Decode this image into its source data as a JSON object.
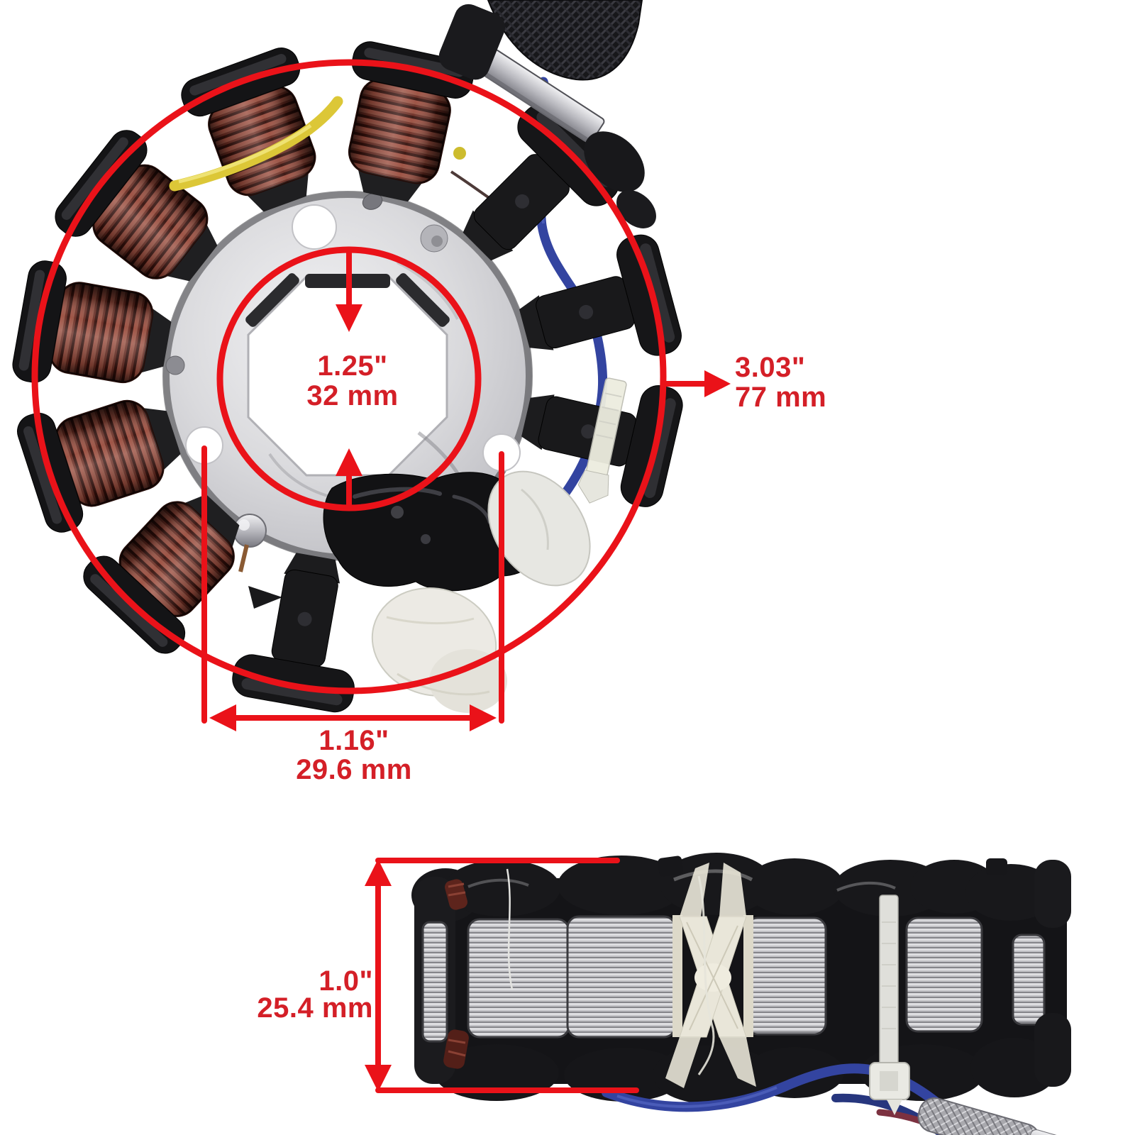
{
  "annotations": {
    "line_color": "#ea1219",
    "text_color": "#d41f27",
    "inner_diameter": {
      "inches": "1.25\"",
      "millimeters": "32 mm"
    },
    "outer_diameter": {
      "inches": "3.03\"",
      "millimeters": "77 mm"
    },
    "hole_spacing": {
      "inches": "1.16\"",
      "millimeters": "29.6 mm"
    },
    "stator_height": {
      "inches": "1.0\"",
      "millimeters": "25.4 mm"
    }
  },
  "palette": {
    "copper_winding": "#6b2c22",
    "pole_black": "#17171a",
    "plate_silver": "#cfcfd3",
    "wire_yellow": "#dcc737",
    "wire_blue": "#3344a0",
    "fiberglass_white": "#e9e6d9",
    "background": "#ffffff"
  }
}
